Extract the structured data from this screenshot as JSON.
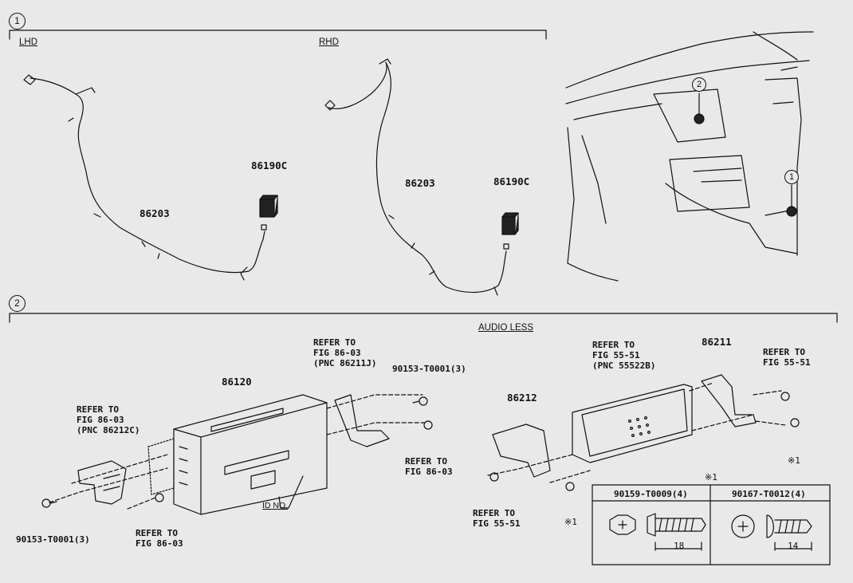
{
  "sections": {
    "s1": "1",
    "s2": "2"
  },
  "variants": {
    "lhd": "LHD",
    "rhd": "RHD",
    "audio_less": "AUDIO LESS"
  },
  "parts": {
    "p86203_lhd": "86203",
    "p86190c_lhd": "86190C",
    "p86203_rhd": "86203",
    "p86190c_rhd": "86190C",
    "p86120": "86120",
    "p86212": "86212",
    "p86211": "86211"
  },
  "refs": {
    "ref_fig86_03_pnc86212c": "REFER TO\nFIG 86-03\n(PNC 86212C)",
    "ref_fig86_03_pnc86211j": "REFER TO\nFIG 86-03\n(PNC 86211J)",
    "ref_fig86_03_a": "REFER TO\nFIG 86-03",
    "ref_fig86_03_b": "REFER TO\nFIG 86-03",
    "ref_fig55_51_pnc55522b": "REFER TO\nFIG 55-51\n(PNC 55522B)",
    "ref_fig55_51_a": "REFER TO\nFIG 55-51",
    "ref_fig55_51_b": "REFER TO\nFIG 55-51"
  },
  "fasteners": {
    "f90153_top": "90153-T0001(3)",
    "f90153_bottom": "90153-T0001(3)",
    "id_no": "ID NO.",
    "note_x1_a": "※1",
    "note_x1_b": "※1",
    "note_x1_c": "※1"
  },
  "spec_table": {
    "col1_part": "90159-T0009(4)",
    "col2_part": "90167-T0012(4)",
    "col1_len": "18",
    "col2_len": "14"
  },
  "locator": {
    "c1": "1",
    "c2": "2"
  }
}
